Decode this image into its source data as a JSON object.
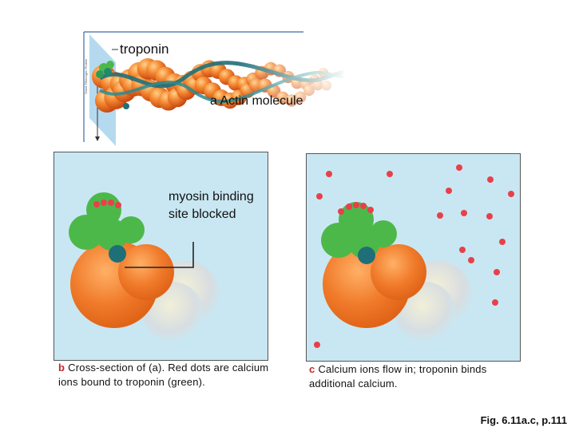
{
  "top_figure": {
    "troponin_label": "troponin",
    "actin_label": "a Actin molecule",
    "side_text": "Sheet Fibrinogen Protein"
  },
  "panel_b": {
    "myosin_label": "myosin binding site blocked",
    "caption_letter": "b",
    "caption_text": "Cross-section of (a). Red dots are calcium ions bound to troponin (green)."
  },
  "panel_c": {
    "caption_letter": "c",
    "caption_text": "Calcium ions flow in; troponin binds additional calcium."
  },
  "figure_reference": "Fig. 6.11a.c, p.111",
  "colors": {
    "panel_background": "#c9e7f2",
    "actin_orange": "#f07a2a",
    "troponin_green": "#4db84a",
    "tropomyosin_teal": "#1f6f78",
    "calcium_red": "#e8404a",
    "caption_letter_red": "#c0282e"
  }
}
